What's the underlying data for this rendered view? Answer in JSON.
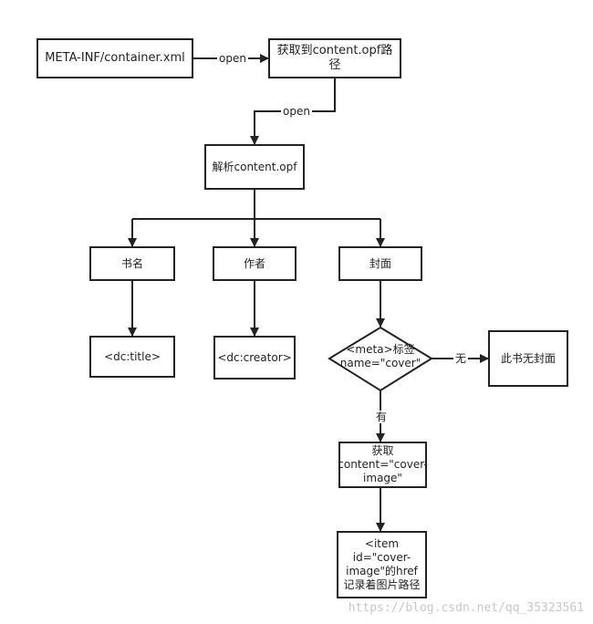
{
  "nodes": {
    "container_xml": "META-INF/container.xml",
    "get_opf_path": "获取到content.opf路径",
    "parse_opf": "解析content.opf",
    "book_name": "书名",
    "author": "作者",
    "cover": "封面",
    "dc_title": "<dc:title>",
    "dc_creator": "<dc:creator>",
    "meta_decision": "<meta>标签 name=\"cover\"",
    "no_cover": "此书无封面",
    "get_content": "获取 content=\"cover-image\"",
    "item_href": "<item id=\"cover-image\"的href记录着图片路径"
  },
  "edge_labels": {
    "open1": "open",
    "open2": "open",
    "none": "无",
    "has": "有"
  },
  "watermark": "https://blog.csdn.net/qq_35323561"
}
